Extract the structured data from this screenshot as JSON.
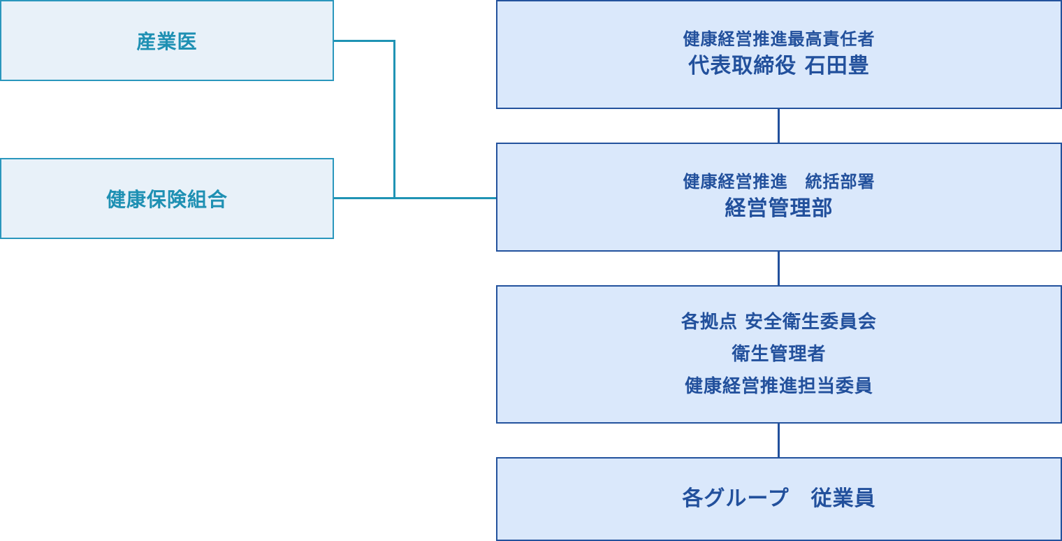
{
  "side_boxes": {
    "occupational_physician": "産業医",
    "health_insurance": "健康保険組合"
  },
  "main_boxes": {
    "ceo": {
      "title": "健康経営推進最高責任者",
      "name": "代表取締役 石田豊"
    },
    "department": {
      "title": "健康経営推進　統括部署",
      "name": "経営管理部"
    },
    "committee": {
      "line1": "各拠点 安全衛生委員会",
      "line2": "衛生管理者",
      "line3": "健康経営推進担当委員"
    },
    "employees": {
      "label": "各グループ　従業員"
    }
  },
  "colors": {
    "side_border": "#2a97bd",
    "side_fill": "#e8f1f9",
    "side_text": "#1e90b3",
    "main_border": "#23529d",
    "main_fill": "#dae8fb",
    "main_text": "#22509c"
  }
}
